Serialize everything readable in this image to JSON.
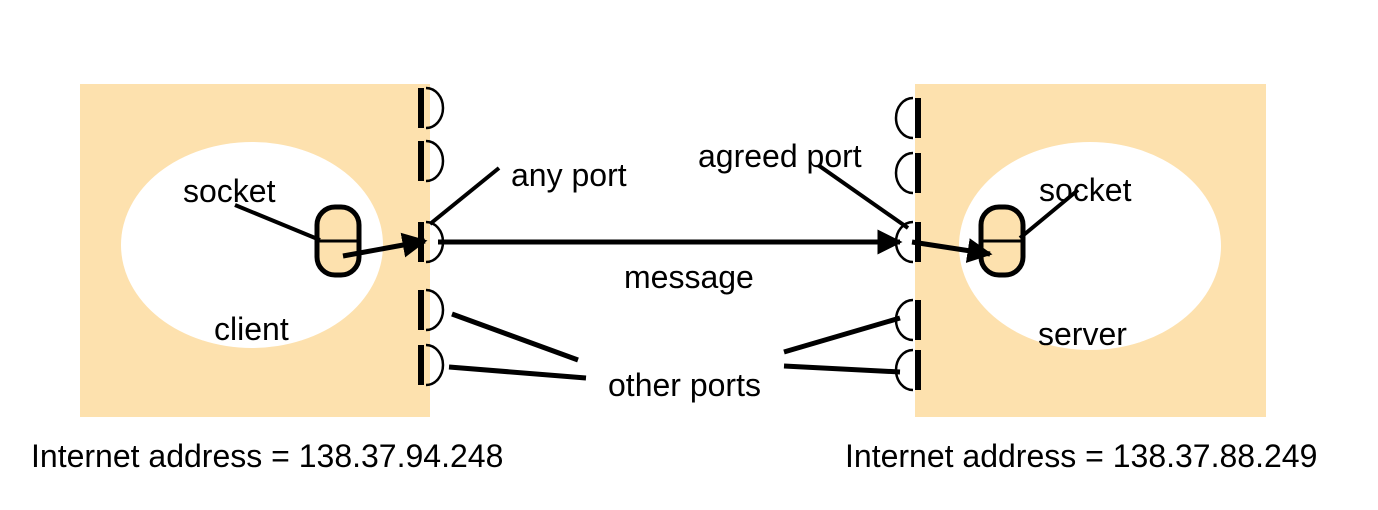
{
  "colors": {
    "host_fill": "#FDE1AE",
    "oval_fill": "#FFFFFF",
    "ink": "#000000"
  },
  "client": {
    "socket_label": "socket",
    "host_label": "client",
    "port_label": "any port",
    "address": "Internet address = 138.37.94.248"
  },
  "server": {
    "socket_label": "socket",
    "host_label": "server",
    "port_label": "agreed port",
    "address": "Internet address = 138.37.88.249"
  },
  "message_label": "message",
  "other_ports_label": "other ports"
}
